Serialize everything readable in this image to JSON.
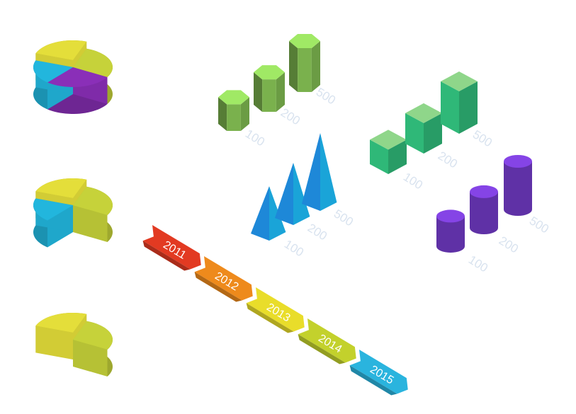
{
  "palette": {
    "yellow": "#e4de3a",
    "lime": "#c6d23a",
    "cyan": "#22b6dd",
    "purple": "#8a2fb8",
    "green": "#8fd05a",
    "teal_green": "#2fb878",
    "blue": "#1a8fd8",
    "violet": "#6a36b8",
    "label_gray": "#d9e3ef"
  },
  "pies": [
    {
      "name": "pie-four-segments",
      "segments": [
        "yellow",
        "lime",
        "purple",
        "cyan"
      ]
    },
    {
      "name": "pie-three-segments",
      "segments": [
        "yellow",
        "lime",
        "cyan"
      ]
    },
    {
      "name": "pie-two-segments",
      "segments": [
        "yellow",
        "lime"
      ]
    }
  ],
  "hex_prism_chart": {
    "values": [
      100,
      200,
      500
    ],
    "labels": [
      "100",
      "200",
      "500"
    ],
    "color": "green"
  },
  "pyramid_chart": {
    "values": [
      100,
      200,
      500
    ],
    "labels": [
      "100",
      "200",
      "500"
    ],
    "color": "blue"
  },
  "cube_chart": {
    "values": [
      100,
      200,
      500
    ],
    "labels": [
      "100",
      "200",
      "500"
    ],
    "color": "teal_green"
  },
  "cylinder_chart": {
    "values": [
      100,
      200,
      500
    ],
    "labels": [
      "100",
      "200",
      "500"
    ],
    "color": "violet"
  },
  "timeline": {
    "years": [
      "2011",
      "2012",
      "2013",
      "2014",
      "2015"
    ],
    "colors": [
      "#e23a22",
      "#ee8a1c",
      "#e9dd2a",
      "#c3d12c",
      "#2ab4de"
    ]
  }
}
